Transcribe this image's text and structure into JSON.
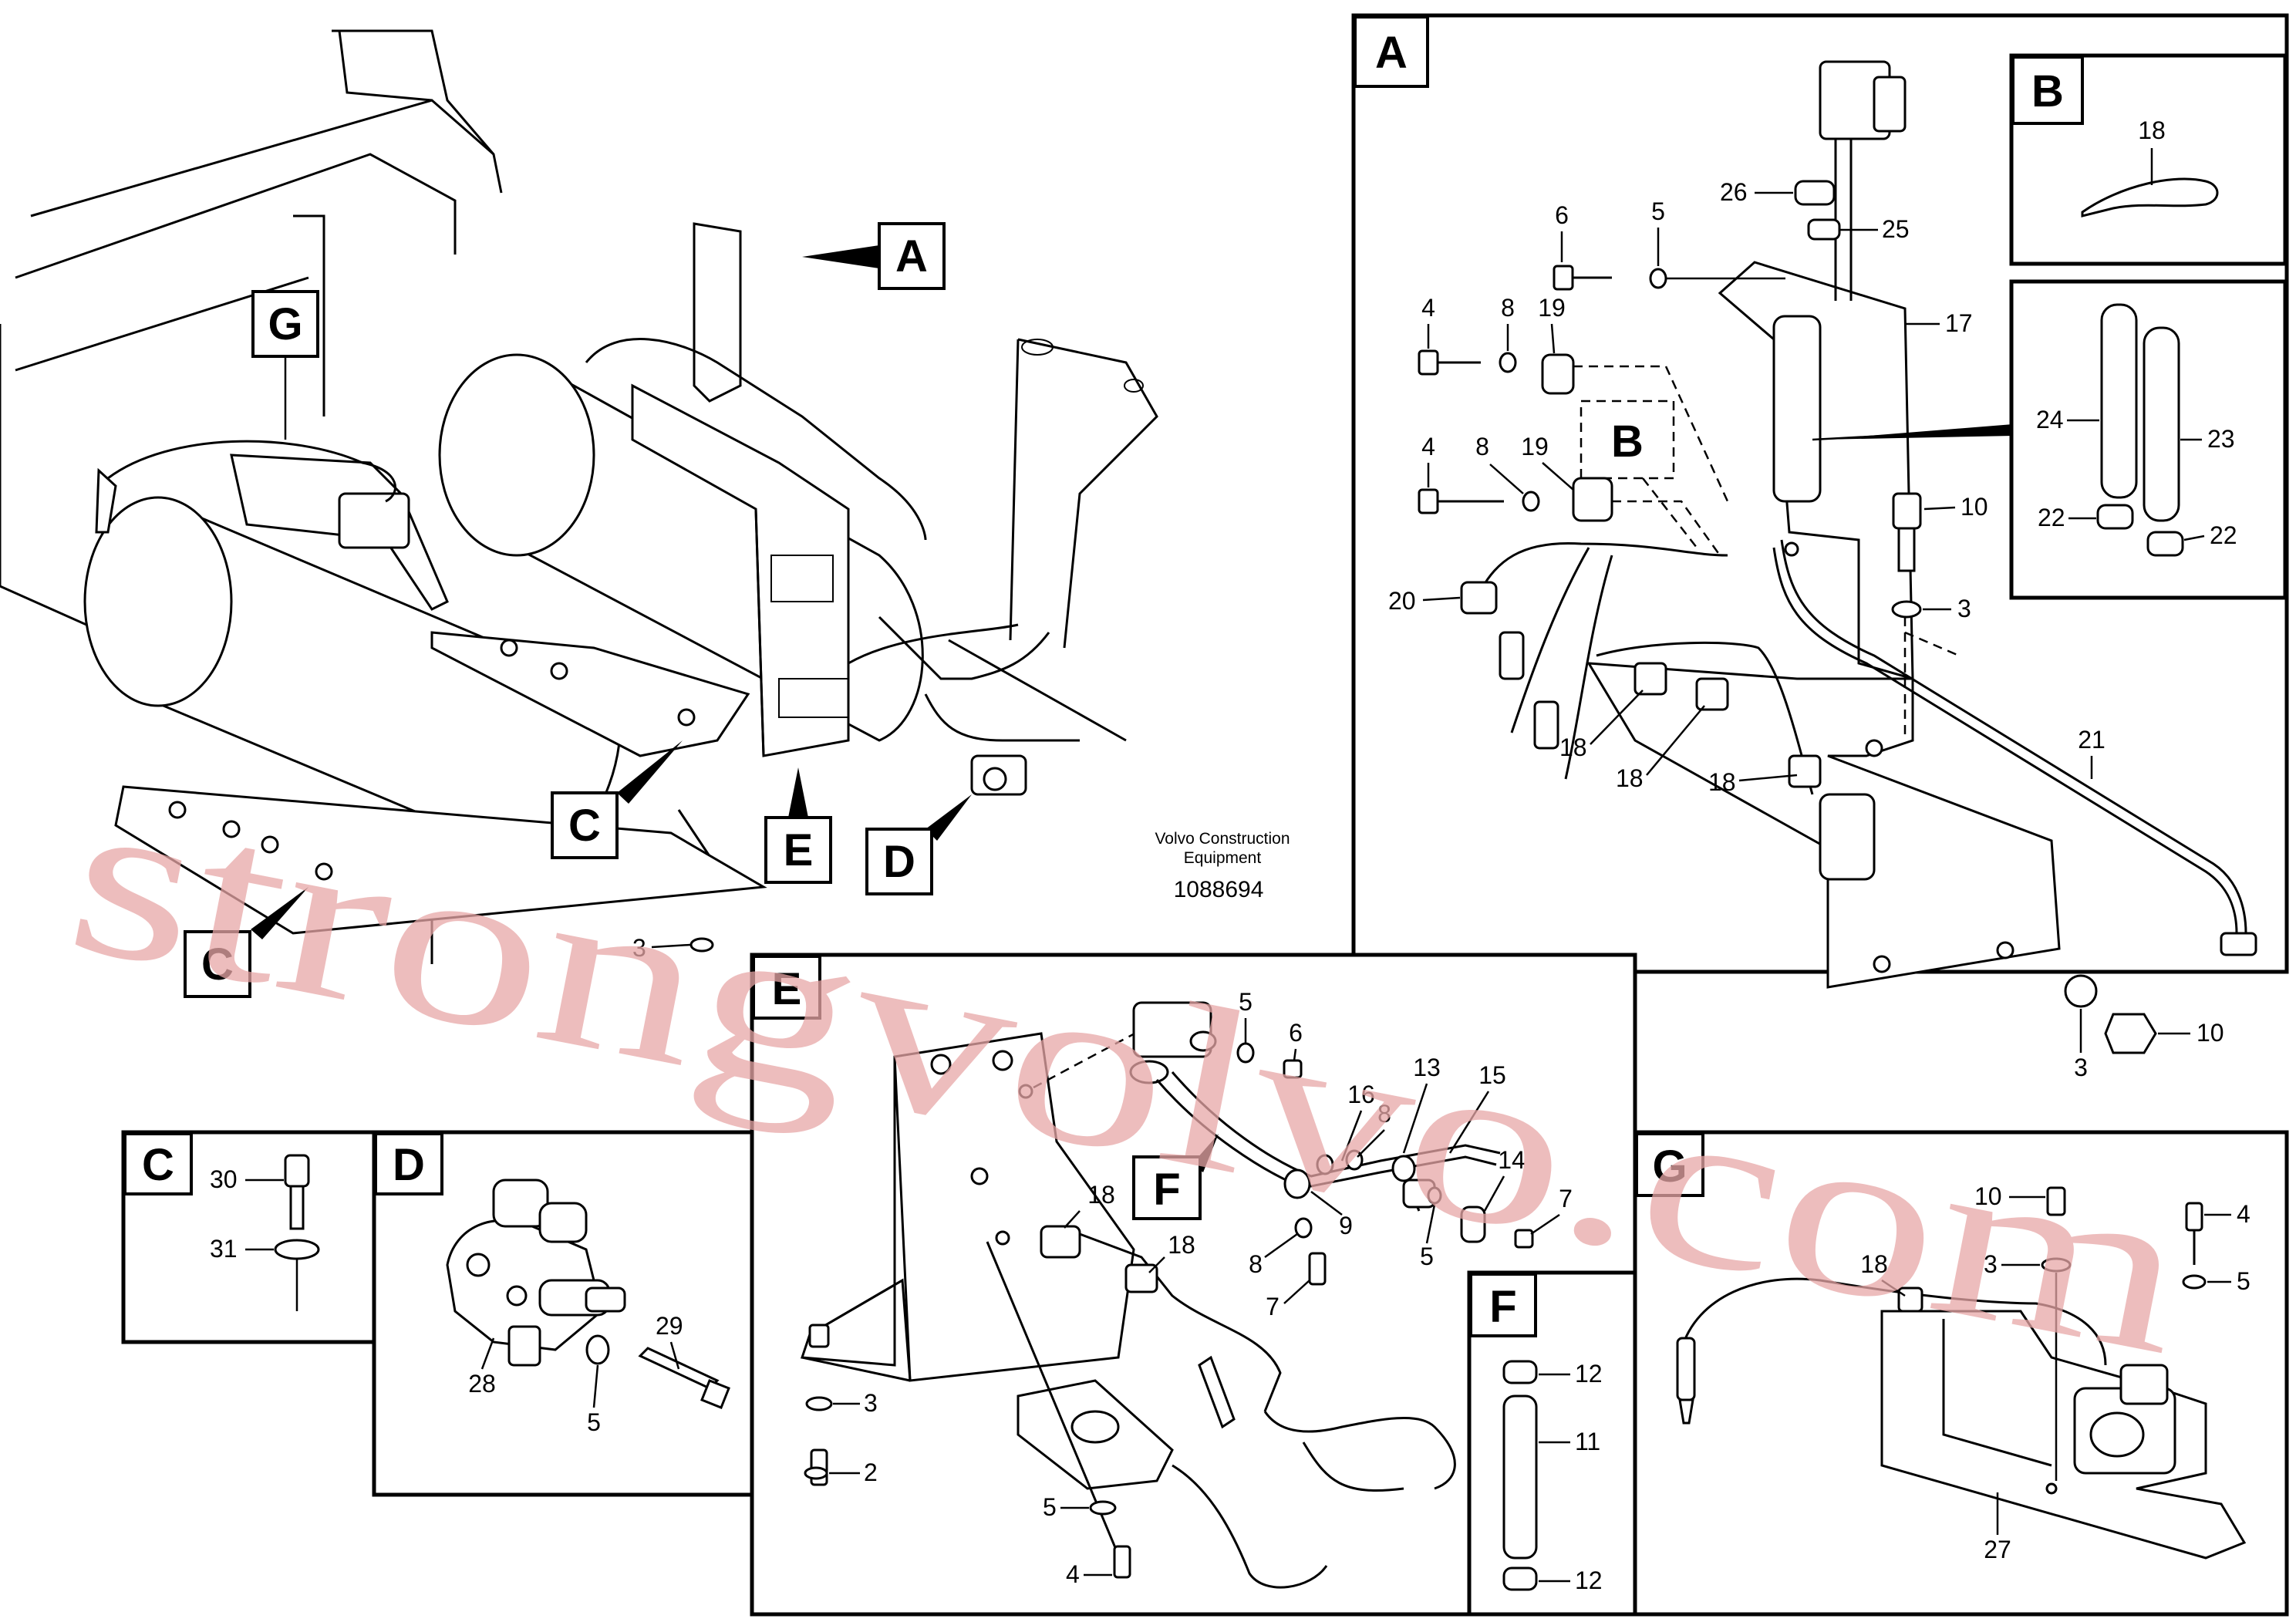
{
  "title_block": {
    "company_line1": "Volvo Construction",
    "company_line2": "Equipment",
    "drawing_number": "1088694"
  },
  "watermark": "strongvolvo.com",
  "watermark_color": "#e8a7a7",
  "view_labels": {
    "A": "A",
    "B": "B",
    "C": "C",
    "D": "D",
    "E": "E",
    "F": "F",
    "G": "G"
  },
  "main": {
    "callouts": {
      "a": "A",
      "g": "G",
      "c1": "C",
      "c2": "C",
      "e": "E",
      "d": "D",
      "b_in_a": "B",
      "f_in_e": "F"
    },
    "part_3": "3"
  },
  "panel_a": {
    "p6": "6",
    "p5": "5",
    "p4a": "4",
    "p8a": "8",
    "p19a": "19",
    "p4b": "4",
    "p8b": "8",
    "p19b": "19",
    "p26": "26",
    "p25": "25",
    "p17": "17",
    "p10a": "10",
    "p3a": "3",
    "p20": "20",
    "p18a": "18",
    "p18b": "18",
    "p18c": "18",
    "p21": "21",
    "p3b": "3",
    "p10b": "10"
  },
  "panel_b": {
    "p18": "18"
  },
  "panel_b2": {
    "p24": "24",
    "p23": "23",
    "p22a": "22",
    "p22b": "22"
  },
  "panel_c": {
    "p30": "30",
    "p31": "31"
  },
  "panel_d": {
    "p29": "29",
    "p28": "28",
    "p5": "5"
  },
  "panel_e": {
    "p5a": "5",
    "p6": "6",
    "p13": "13",
    "p15": "15",
    "p16": "16",
    "p8a": "8",
    "p9": "9",
    "p14": "14",
    "p7a": "7",
    "p5b": "5",
    "p8b": "8",
    "p7b": "7",
    "p18a": "18",
    "p18b": "18",
    "p3": "3",
    "p2": "2",
    "p5c": "5",
    "p4": "4"
  },
  "panel_f": {
    "p12a": "12",
    "p11": "11",
    "p12b": "12"
  },
  "panel_g": {
    "p10": "10",
    "p4": "4",
    "p18": "18",
    "p3": "3",
    "p5": "5",
    "p27": "27"
  }
}
